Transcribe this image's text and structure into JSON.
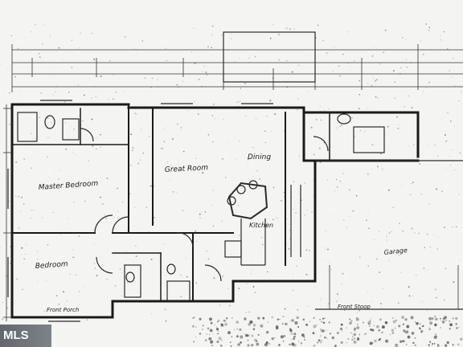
{
  "labels": {
    "master_bedroom": "Master Bedroom",
    "great_room": "Great Room",
    "dining": "Dining",
    "kitchen": "Kitchen",
    "bedroom": "Bedroom",
    "garage": "Garage",
    "front_porch": "Front Porch",
    "front_stoop": "Front Stoop"
  },
  "watermark": "MLS"
}
